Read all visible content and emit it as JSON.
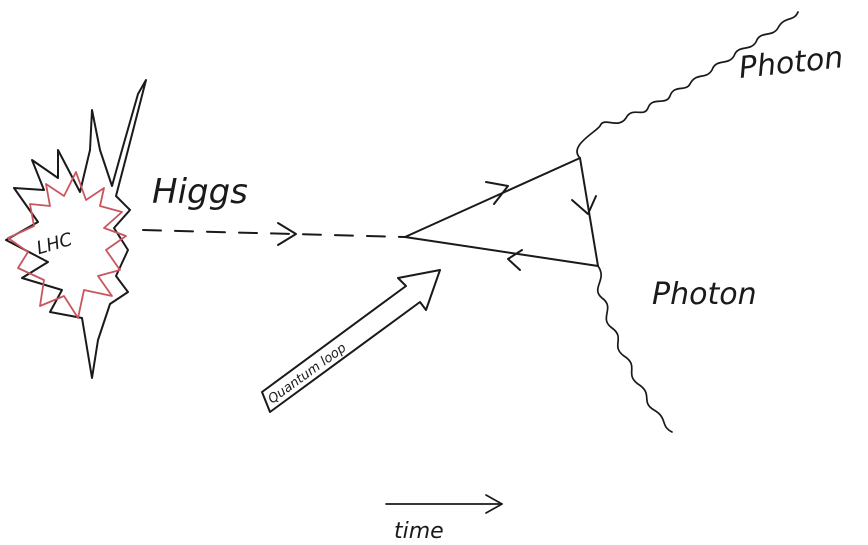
{
  "labels": {
    "source": "LHC",
    "boson": "Higgs",
    "photon_top": "Photon",
    "photon_bottom": "Photon",
    "loop": "Quantum loop",
    "time": "time"
  },
  "colors": {
    "ink": "#1a1a1a",
    "burst_outline": "#c9565f",
    "background": "#ffffff"
  }
}
